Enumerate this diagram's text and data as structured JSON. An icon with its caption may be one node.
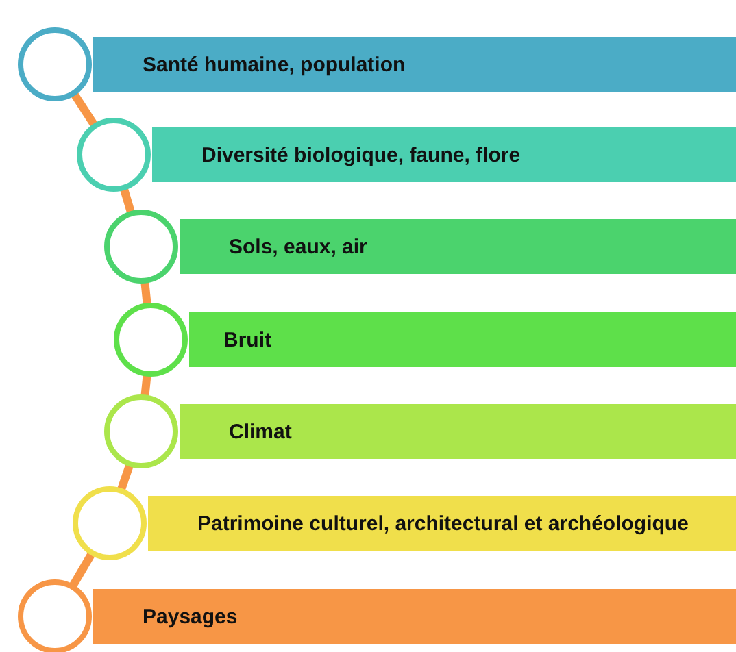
{
  "diagram": {
    "nodes": [
      {
        "text": [],
        "shape": "circle"
      },
      {
        "text": [
          "Santé humaine, population"
        ]
      },
      {
        "text": [],
        "shape": "circle"
      },
      {
        "text": [
          "Diversité biologique, faune, flore"
        ]
      },
      {
        "text": [],
        "shape": "circle"
      },
      {
        "text": [
          "Sols, eaux, air"
        ]
      },
      {
        "text": [],
        "shape": "circle"
      },
      {
        "text": [
          "Bruit"
        ]
      },
      {
        "text": [],
        "shape": "circle"
      },
      {
        "text": [
          "Climat"
        ]
      },
      {
        "text": [],
        "shape": "circle"
      },
      {
        "text": [
          "Patrimoine culturel, architectural et archéologique"
        ]
      },
      {
        "text": [],
        "shape": "circle"
      },
      {
        "text": [
          "Paysages"
        ]
      }
    ],
    "edges": [
      {
        "from": 0,
        "to": 2,
        "arrow": "none"
      },
      {
        "from": 2,
        "to": 4,
        "arrow": "none"
      },
      {
        "from": 4,
        "to": 6,
        "arrow": "none"
      },
      {
        "from": 6,
        "to": 8,
        "arrow": "none"
      },
      {
        "from": 8,
        "to": 10,
        "arrow": "none"
      },
      {
        "from": 10,
        "to": 12,
        "arrow": "none"
      }
    ]
  }
}
